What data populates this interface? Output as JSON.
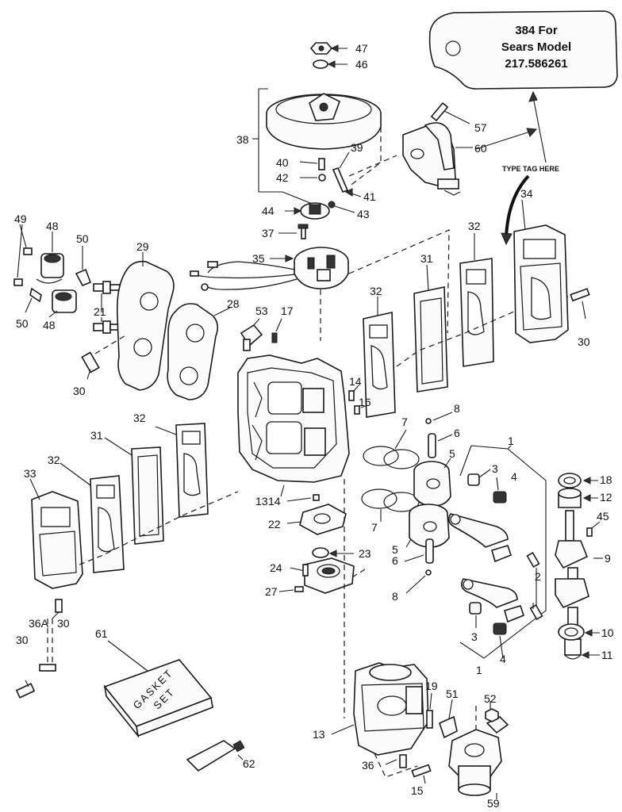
{
  "tag": {
    "line1": "384 For",
    "line2": "Sears Model",
    "line3": "217.586261"
  },
  "type_tag_note": "TYPE   TAG HERE",
  "gasket_set_box": {
    "line1": "GASKET",
    "line2": "SET"
  },
  "labels": [
    {
      "id": "p47",
      "text": "47"
    },
    {
      "id": "p46",
      "text": "46"
    },
    {
      "id": "p38",
      "text": "38"
    },
    {
      "id": "p57",
      "text": "57"
    },
    {
      "id": "p60",
      "text": "60"
    },
    {
      "id": "p40",
      "text": "40"
    },
    {
      "id": "p39",
      "text": "39"
    },
    {
      "id": "p42",
      "text": "42"
    },
    {
      "id": "p41",
      "text": "41"
    },
    {
      "id": "p44",
      "text": "44"
    },
    {
      "id": "p43",
      "text": "43"
    },
    {
      "id": "p34",
      "text": "34"
    },
    {
      "id": "p49",
      "text": "49"
    },
    {
      "id": "p48a",
      "text": "48"
    },
    {
      "id": "p50a",
      "text": "50"
    },
    {
      "id": "p29",
      "text": "29"
    },
    {
      "id": "p37",
      "text": "37"
    },
    {
      "id": "p32a",
      "text": "32"
    },
    {
      "id": "p35",
      "text": "35"
    },
    {
      "id": "p31a",
      "text": "31"
    },
    {
      "id": "p21",
      "text": "21"
    },
    {
      "id": "p28",
      "text": "28"
    },
    {
      "id": "p53",
      "text": "53"
    },
    {
      "id": "p17",
      "text": "17"
    },
    {
      "id": "p32b",
      "text": "32"
    },
    {
      "id": "p50b",
      "text": "50"
    },
    {
      "id": "p48b",
      "text": "48"
    },
    {
      "id": "p30a",
      "text": "30"
    },
    {
      "id": "p30b",
      "text": "30"
    },
    {
      "id": "p14a",
      "text": "14"
    },
    {
      "id": "p16",
      "text": "16"
    },
    {
      "id": "p7a",
      "text": "7"
    },
    {
      "id": "p8a",
      "text": "8"
    },
    {
      "id": "p6a",
      "text": "6"
    },
    {
      "id": "p5a",
      "text": "5"
    },
    {
      "id": "p1a",
      "text": "1"
    },
    {
      "id": "p3a",
      "text": "3"
    },
    {
      "id": "p4a",
      "text": "4"
    },
    {
      "id": "p32c",
      "text": "32"
    },
    {
      "id": "p31b",
      "text": "31"
    },
    {
      "id": "p33",
      "text": "33"
    },
    {
      "id": "p32d",
      "text": "32"
    },
    {
      "id": "p18",
      "text": "18"
    },
    {
      "id": "p12",
      "text": "12"
    },
    {
      "id": "p45",
      "text": "45"
    },
    {
      "id": "p13a",
      "text": "13"
    },
    {
      "id": "p14b",
      "text": "14"
    },
    {
      "id": "p22",
      "text": "22"
    },
    {
      "id": "p7b",
      "text": "7"
    },
    {
      "id": "p5b",
      "text": "5"
    },
    {
      "id": "p2",
      "text": "2"
    },
    {
      "id": "p9",
      "text": "9"
    },
    {
      "id": "p23",
      "text": "23"
    },
    {
      "id": "p24",
      "text": "24"
    },
    {
      "id": "p6b",
      "text": "6"
    },
    {
      "id": "p27",
      "text": "27"
    },
    {
      "id": "p8b",
      "text": "8"
    },
    {
      "id": "p3b",
      "text": "3"
    },
    {
      "id": "p4b",
      "text": "4"
    },
    {
      "id": "p10",
      "text": "10"
    },
    {
      "id": "p1b",
      "text": "1"
    },
    {
      "id": "p11",
      "text": "11"
    },
    {
      "id": "p36a",
      "text": "36A"
    },
    {
      "id": "p30c",
      "text": "30"
    },
    {
      "id": "p30d",
      "text": "30"
    },
    {
      "id": "p61",
      "text": "61"
    },
    {
      "id": "p52",
      "text": "52"
    },
    {
      "id": "p19",
      "text": "19"
    },
    {
      "id": "p51",
      "text": "51"
    },
    {
      "id": "p13b",
      "text": "13"
    },
    {
      "id": "p36",
      "text": "36"
    },
    {
      "id": "p15",
      "text": "15"
    },
    {
      "id": "p62",
      "text": "62"
    },
    {
      "id": "p59",
      "text": "59"
    }
  ]
}
